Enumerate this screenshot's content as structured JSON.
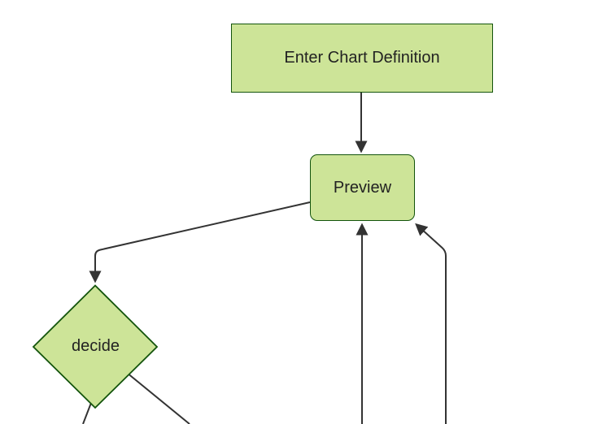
{
  "diagram": {
    "kind": "flowchart",
    "colors": {
      "background": "#ffffff",
      "node_fill": "#cde498",
      "node_border": "#13540c",
      "edge_stroke": "#333333",
      "label_text": "#222222"
    },
    "nodes": [
      {
        "id": "enter-chart-definition",
        "label": "Enter Chart Definition",
        "shape": "rectangle"
      },
      {
        "id": "preview",
        "label": "Preview",
        "shape": "rounded-rectangle"
      },
      {
        "id": "decide",
        "label": "decide",
        "shape": "diamond"
      }
    ],
    "edges": [
      {
        "from": "enter-chart-definition",
        "to": "preview",
        "arrowhead": true
      },
      {
        "from": "preview",
        "to": "decide",
        "arrowhead": true
      },
      {
        "from": "offscreen-bottom",
        "to": "preview",
        "arrowhead": true
      },
      {
        "from": "offscreen-bottom-right",
        "to": "preview",
        "arrowhead": true
      },
      {
        "from": "decide",
        "to": "offscreen-bottom-left",
        "arrowhead": false
      },
      {
        "from": "decide",
        "to": "offscreen-bottom-center",
        "arrowhead": false
      }
    ]
  }
}
